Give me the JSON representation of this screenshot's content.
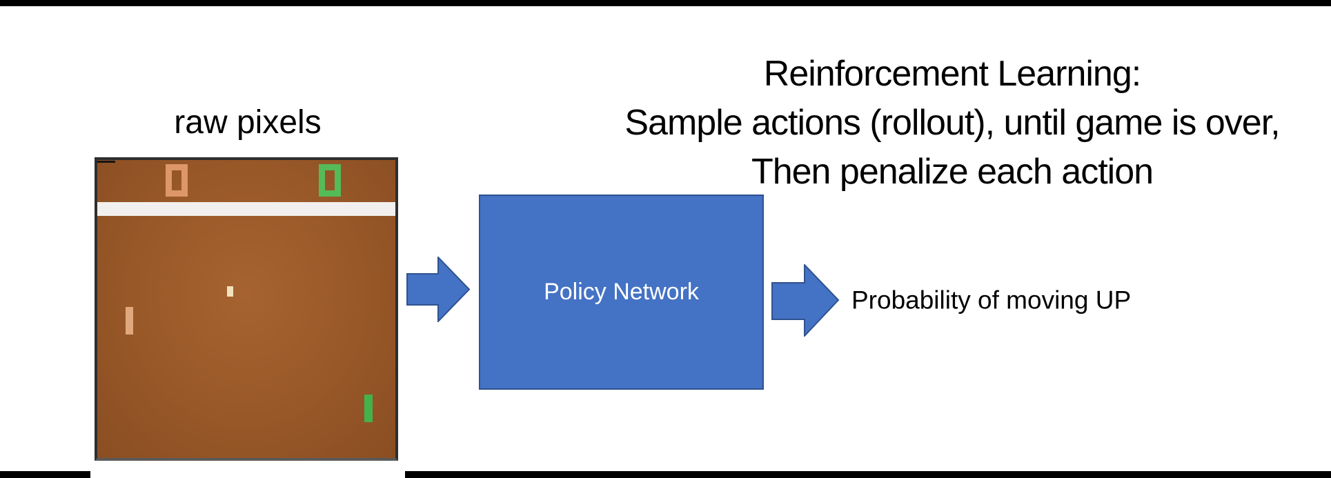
{
  "title": {
    "line1": "Reinforcement Learning:",
    "line2": "Sample actions (rollout), until game is over,",
    "line3": "Then penalize each action"
  },
  "labels": {
    "raw_pixels": "raw pixels",
    "policy_network": "Policy Network",
    "probability": "Probability of moving UP"
  },
  "pong_game": {
    "description": "Atari Pong screenshot used as network input",
    "score_left_value": "0",
    "score_right_value": "0"
  },
  "colors": {
    "accent_blue": "#4472c4",
    "accent_blue_border": "#2f528f",
    "bar_color": "#000000",
    "pong_field": "#9b5a29",
    "pong_band": "#f1f0ee",
    "score_left": "#dd9768",
    "score_right": "#55bb58",
    "paddle_left": "#e2a87d",
    "paddle_right": "#43b24b",
    "ball": "#f3e2bd"
  }
}
